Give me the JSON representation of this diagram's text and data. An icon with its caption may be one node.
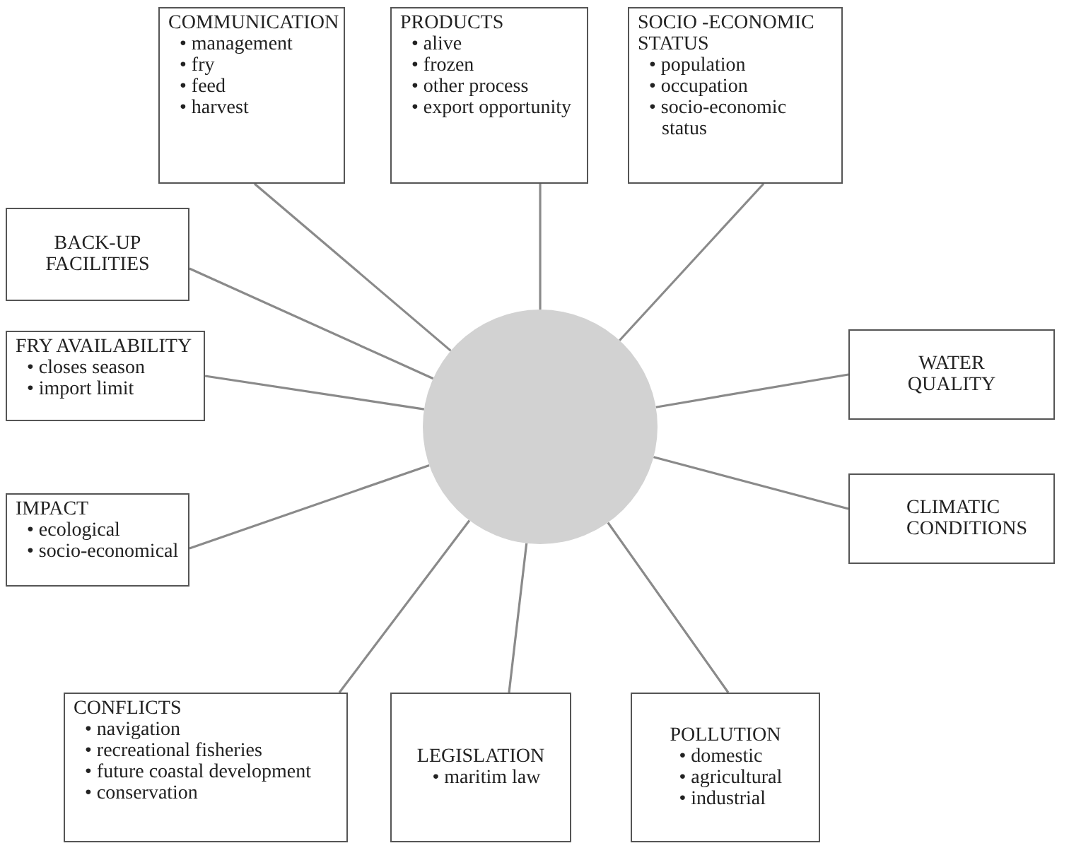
{
  "diagram": {
    "nodes": [
      {
        "text": [],
        "shape": "circle"
      },
      {
        "text": [
          "COMMUNICATION",
          "• management",
          "• fry",
          "• feed",
          "• harvest"
        ]
      },
      {
        "text": [
          "PRODUCTS",
          "• alive",
          "• frozen",
          "• other process",
          "• export opportunity"
        ]
      },
      {
        "text": [
          "SOCIO -ECONOMIC STATUS",
          "• population",
          "• occupation",
          "• socio-economic status"
        ]
      },
      {
        "text": [
          "BACK-UP FACILITIES"
        ]
      },
      {
        "text": [
          "WATER QUALITY"
        ]
      },
      {
        "text": [
          "FRY AVAILABILITY",
          "• closes season",
          "• import limit"
        ]
      },
      {
        "text": [
          "CLIMATIC CONDITIONS"
        ]
      },
      {
        "text": [
          "IMPACT",
          "• ecological",
          "• socio-economical"
        ]
      },
      {
        "text": [
          "CONFLICTS",
          "• navigation",
          "• recreational fisheries",
          "• future coastal development",
          "• conservation"
        ]
      },
      {
        "text": [
          "LEGISLATION",
          "• maritim law"
        ]
      },
      {
        "text": [
          "POLLUTION",
          "• domestic",
          "• agricultural",
          "• industrial"
        ]
      }
    ],
    "edges": [
      {
        "from": 0,
        "to": 1,
        "arrow": "none"
      },
      {
        "from": 0,
        "to": 2,
        "arrow": "none"
      },
      {
        "from": 0,
        "to": 3,
        "arrow": "none"
      },
      {
        "from": 0,
        "to": 4,
        "arrow": "none"
      },
      {
        "from": 0,
        "to": 5,
        "arrow": "none"
      },
      {
        "from": 0,
        "to": 6,
        "arrow": "none"
      },
      {
        "from": 0,
        "to": 7,
        "arrow": "none"
      },
      {
        "from": 0,
        "to": 8,
        "arrow": "none"
      },
      {
        "from": 0,
        "to": 9,
        "arrow": "none"
      },
      {
        "from": 0,
        "to": 10,
        "arrow": "none"
      },
      {
        "from": 0,
        "to": 11,
        "arrow": "none"
      }
    ]
  }
}
